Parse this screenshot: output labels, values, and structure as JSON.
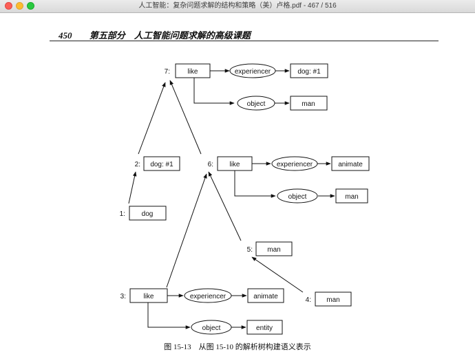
{
  "window": {
    "title": "人工智能：复杂问题求解的结构和策略（美）卢格.pdf - 467 / 516"
  },
  "header": {
    "page_number": "450",
    "running_title": "第五部分　人工智能问题求解的高级课题"
  },
  "diagram": {
    "labels": {
      "n7": "7:",
      "n2": "2:",
      "n6": "6:",
      "n1": "1:",
      "n5": "5:",
      "n3": "3:",
      "n4": "4:"
    },
    "nodes": {
      "like7": "like",
      "exp7": "experiencer",
      "dog7": "dog: #1",
      "obj7": "object",
      "man7": "man",
      "dog2": "dog: #1",
      "like6": "like",
      "exp6": "experiencer",
      "animate6": "animate",
      "obj6": "object",
      "man6": "man",
      "dog1": "dog",
      "man5": "man",
      "like3": "like",
      "exp3": "experiencer",
      "animate3": "animate",
      "obj3": "object",
      "entity3": "entity",
      "man4": "man"
    }
  },
  "caption": "图 15-13　从图 15-10 的解析树构建语义表示"
}
